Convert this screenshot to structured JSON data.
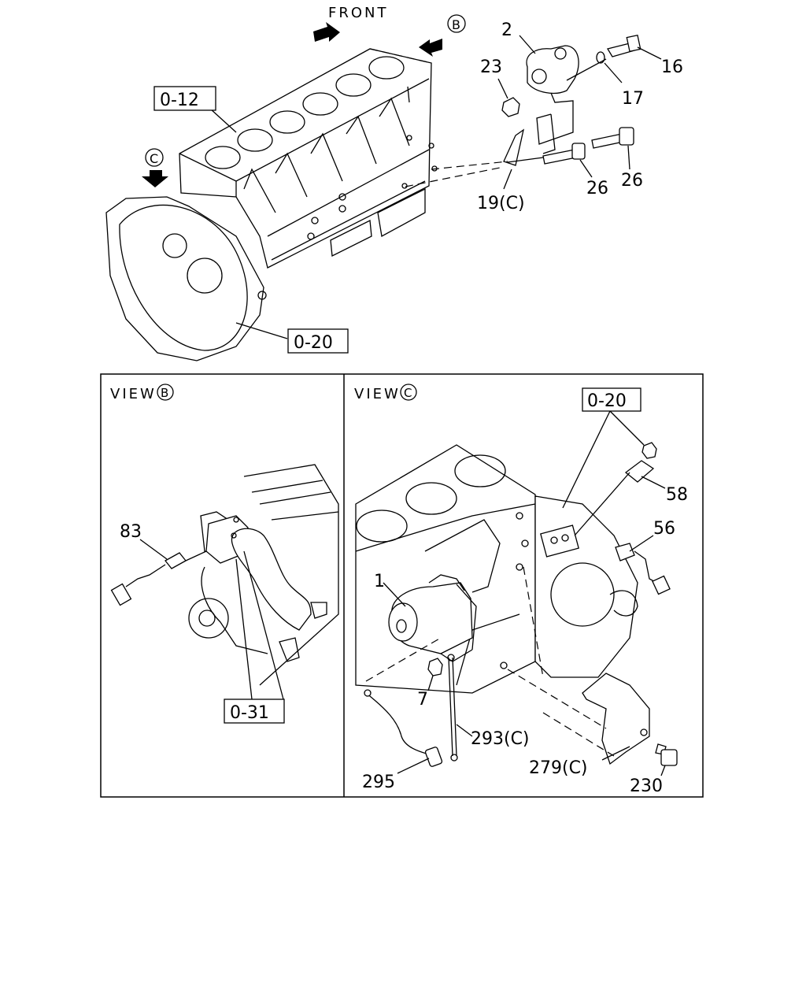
{
  "top_view": {
    "front_label": "FRONT",
    "view_markers": {
      "b": "B",
      "c": "C"
    },
    "ref_boxes": {
      "block": "0-12",
      "flywheel_housing": "0-20"
    },
    "callouts": {
      "p2": "2",
      "p16": "16",
      "p17": "17",
      "p23": "23",
      "p19c": "19(C)",
      "p26a": "26",
      "p26b": "26"
    }
  },
  "view_b": {
    "title": "VIEW",
    "marker": "B",
    "callouts": {
      "p83": "83"
    },
    "ref_boxes": {
      "front_cover": "0-31"
    }
  },
  "view_c": {
    "title": "VIEW",
    "marker": "C",
    "ref_boxes": {
      "flywheel_housing": "0-20"
    },
    "callouts": {
      "p1": "1",
      "p7": "7",
      "p56": "56",
      "p58": "58",
      "p230": "230",
      "p279c": "279(C)",
      "p293c": "293(C)",
      "p295": "295"
    }
  }
}
